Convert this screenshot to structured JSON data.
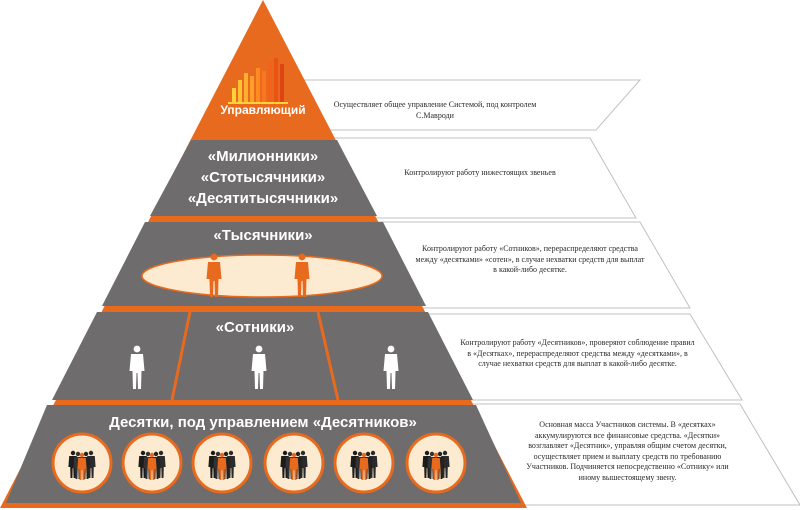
{
  "colors": {
    "orange": "#E86A1E",
    "orange_dark": "#C9541A",
    "gray": "#6E6C6C",
    "gray_dark": "#5A5858",
    "cream": "#FCEBD0",
    "white": "#FFFFFF",
    "outline": "#C0C0C0"
  },
  "icons": {
    "logo": "orange-bar-chart-logo",
    "person": "standing-person-icon",
    "group": "people-group-icon"
  },
  "pyramid": {
    "tiers": [
      {
        "id": "manager",
        "title": "Управляющий",
        "description": "Осуществляет общее управление Системой, под контролем С.Мавроди"
      },
      {
        "id": "millionaires",
        "title_lines": [
          "«Милионники»",
          "«Стотысячники»",
          "«Десятитысячники»"
        ],
        "description": "Контролируют работу нижестоящих звеньев"
      },
      {
        "id": "thousanders",
        "title": "«Тысячники»",
        "description": "Контролируют работу «Сотников», перераспределяют средства между «десятками» «сотен», в случае нехватки средств для выплат в какой-либо десятке."
      },
      {
        "id": "hundreders",
        "title": "«Сотники»",
        "description": "Контролируют работу «Десятников», проверяют соблюдение правил в «Десятках», перераспределяют средства между «десятками», в случае нехватки средств для выплат в какой-либо десятке."
      },
      {
        "id": "tens",
        "title": "Десятки, под управлением «Десятников»",
        "description": "Основная масса Участников системы. В «десятках» аккумулируются все финансовые средства. «Десятки» возглавляет «Десятник», управляя общим счетом десятки, осуществляет прием и выплату средств по требованию Участников. Подчиняется непосредственно «Сотнику» или иному вышестоящему звену."
      }
    ]
  }
}
